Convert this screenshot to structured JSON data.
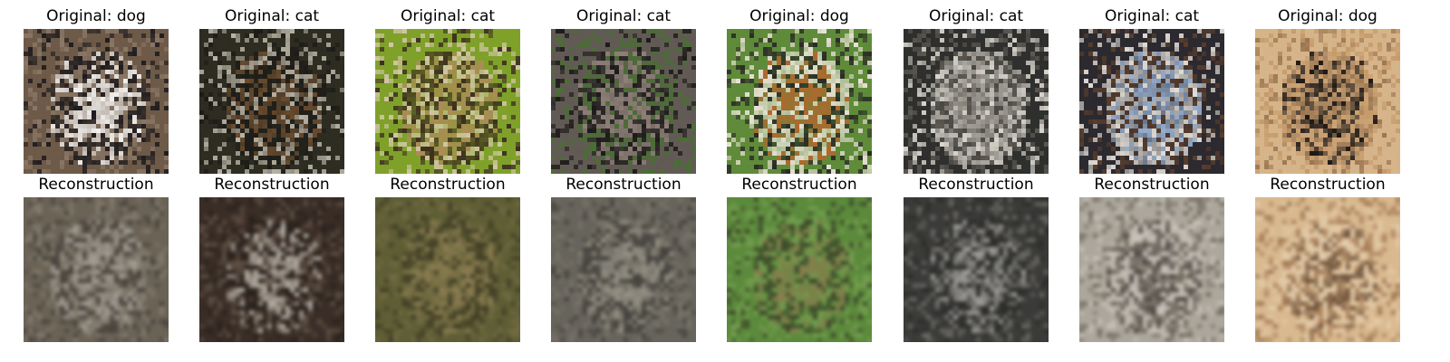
{
  "originals": [
    {
      "title": "Original: dog",
      "colors": [
        "#6e5a48",
        "#f2f0ee",
        "#1e1c1f",
        "#8a7765"
      ],
      "icon": "terrier-dog-photo"
    },
    {
      "title": "Original: cat",
      "colors": [
        "#2e2d22",
        "#6a4b2e",
        "#1d1c18",
        "#b7b2a4"
      ],
      "icon": "tortoiseshell-cat-photo"
    },
    {
      "title": "Original: cat",
      "colors": [
        "#7fa12a",
        "#ae8a5a",
        "#3e2e20",
        "#d2c6a4"
      ],
      "icon": "wild-cat-face-photo"
    },
    {
      "title": "Original: cat",
      "colors": [
        "#625a55",
        "#8e7f78",
        "#1d1b1a",
        "#4a6e34"
      ],
      "icon": "puma-photo"
    },
    {
      "title": "Original: dog",
      "colors": [
        "#5f8b3a",
        "#b2672e",
        "#e8e2d4",
        "#2a2a26"
      ],
      "icon": "red-dog-on-grass-photo"
    },
    {
      "title": "Original: cat",
      "colors": [
        "#2f302e",
        "#a5a097",
        "#d9d5cd",
        "#5d5a53"
      ],
      "icon": "pallas-cat-photo"
    },
    {
      "title": "Original: cat",
      "colors": [
        "#2c2a30",
        "#9ab2d2",
        "#e1ddd6",
        "#5a3e2d"
      ],
      "icon": "black-cat-held-photo"
    },
    {
      "title": "Original: dog",
      "colors": [
        "#d6b48a",
        "#1d1613",
        "#9c7650",
        "#c49a6a"
      ],
      "icon": "black-dog-standing-photo"
    }
  ],
  "reconstructions": [
    {
      "title": "Reconstruction",
      "colors": [
        "#6b6356",
        "#b9b6ae",
        "#3a3632",
        "#8d8578"
      ],
      "icon": "blurry-reconstruction"
    },
    {
      "title": "Reconstruction",
      "colors": [
        "#3a2e27",
        "#e1ddd2",
        "#221c18",
        "#6e5e50"
      ],
      "icon": "blurry-reconstruction"
    },
    {
      "title": "Reconstruction",
      "colors": [
        "#5f5e35",
        "#9e8a5e",
        "#35301f",
        "#7a7048"
      ],
      "icon": "blurry-reconstruction"
    },
    {
      "title": "Reconstruction",
      "colors": [
        "#67645c",
        "#a8a395",
        "#35332f",
        "#807a6e"
      ],
      "icon": "blurry-reconstruction"
    },
    {
      "title": "Reconstruction",
      "colors": [
        "#5c8a3c",
        "#9a7b55",
        "#2e2a22",
        "#7fa858"
      ],
      "icon": "blurry-reconstruction"
    },
    {
      "title": "Reconstruction",
      "colors": [
        "#3b3b39",
        "#c9c7c2",
        "#262625",
        "#7e7c77"
      ],
      "icon": "blurry-reconstruction"
    },
    {
      "title": "Reconstruction",
      "colors": [
        "#aca79c",
        "#272320",
        "#d2cec6",
        "#5e5649"
      ],
      "icon": "blurry-reconstruction"
    },
    {
      "title": "Reconstruction",
      "colors": [
        "#d9b98f",
        "#442a1b",
        "#e8d5b8",
        "#8c5f3c"
      ],
      "icon": "blurry-reconstruction"
    }
  ]
}
